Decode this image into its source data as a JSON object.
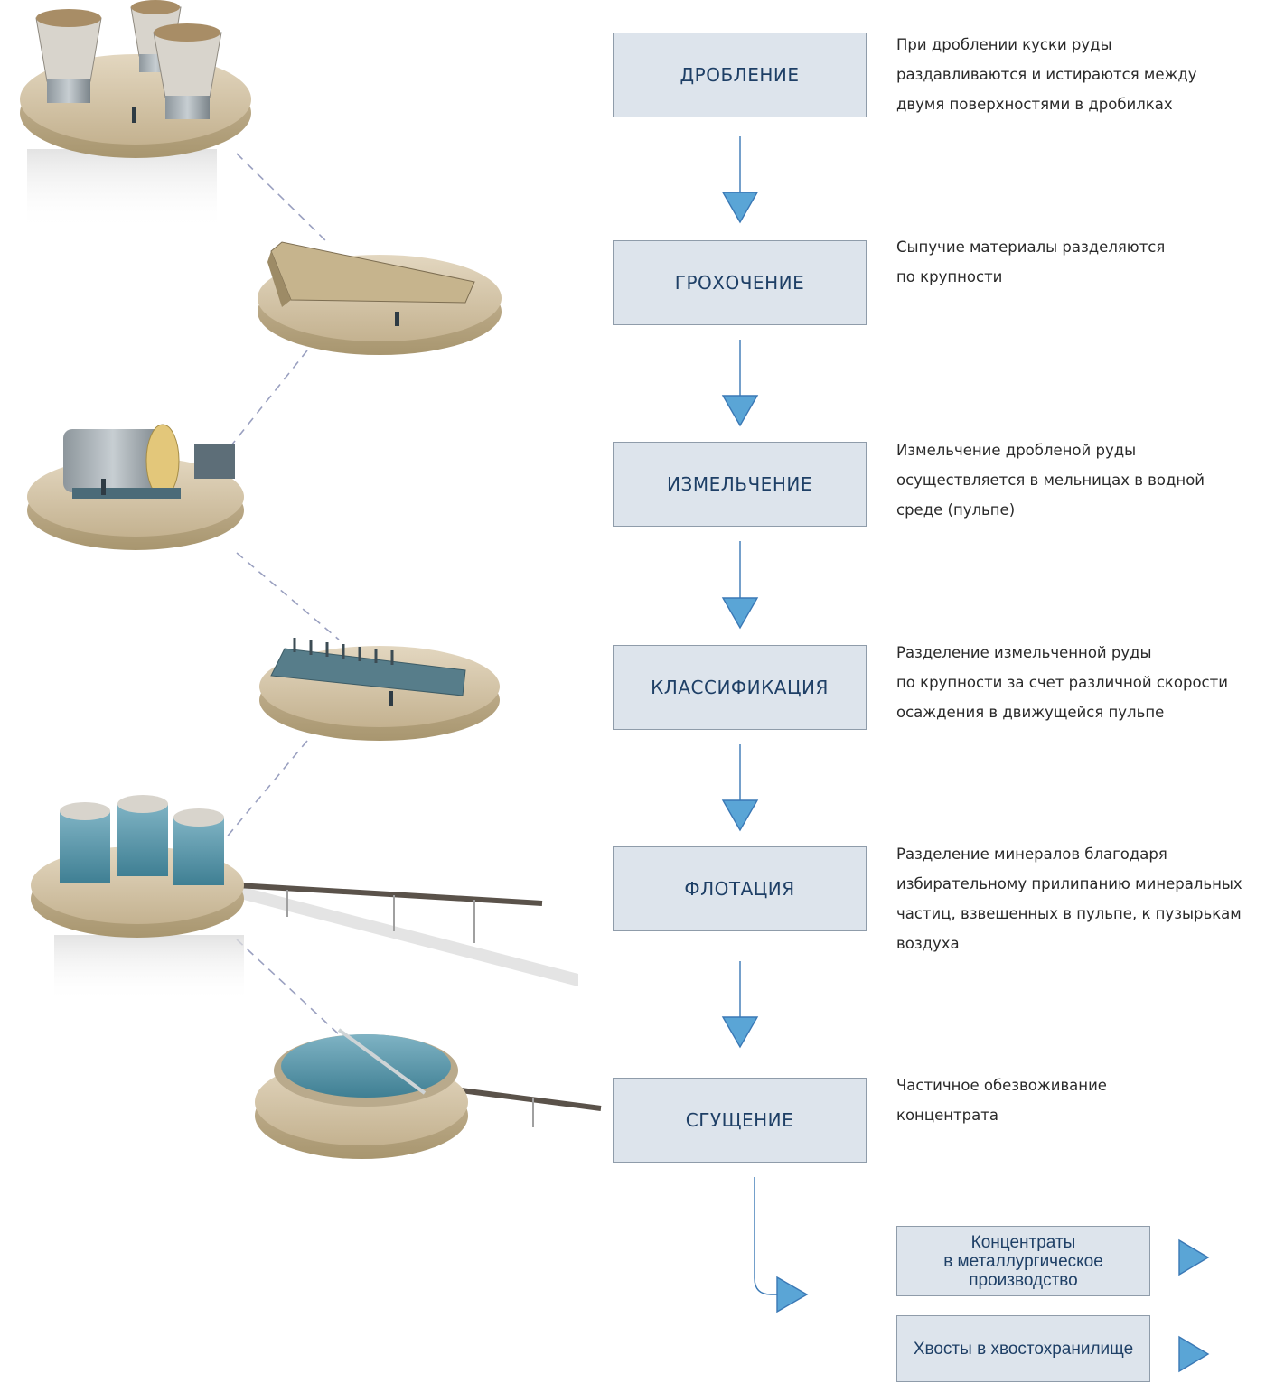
{
  "stages": [
    {
      "name": "ДРОБЛЕНИЕ",
      "description": "При дроблении куски руды\nраздавливаются и истираются между\nдвумя поверхностями в дробилках",
      "image_icon": "crushers-illustration"
    },
    {
      "name": "ГРОХОЧЕНИЕ",
      "description": "Сыпучие материалы разделяются\nпо крупности",
      "image_icon": "screen-illustration"
    },
    {
      "name": "ИЗМЕЛЬЧЕНИЕ",
      "description": "Измельчение дробленой руды\nосуществляется в мельницах в водной\nсреде (пульпе)",
      "image_icon": "mill-illustration"
    },
    {
      "name": "КЛАССИФИКАЦИЯ",
      "description": "Разделение измельченной руды\nпо крупности за счет различной скорости\nосаждения в движущейся пульпе",
      "image_icon": "classifier-illustration"
    },
    {
      "name": "ФЛОТАЦИЯ",
      "description": "Разделение минералов благодаря\nизбирательному прилипанию минеральных\nчастиц, взвешенных в пульпе, к пузырькам\nвоздуха",
      "image_icon": "flotation-cells-illustration"
    },
    {
      "name": "СГУЩЕНИЕ",
      "description": "Частичное обезвоживание\nконцентрата",
      "image_icon": "thickener-illustration"
    }
  ],
  "outputs": [
    {
      "label": "Концентраты\nв металлургическое\nпроизводство"
    },
    {
      "label": "Хвосты в хвостохранилище"
    }
  ],
  "colors": {
    "box_fill": "#dde4ec",
    "box_border": "#8f9caa",
    "box_text": "#1e3f66",
    "arrow": "#3a78b5",
    "arrow_fill": "#5aa5d6",
    "dashed_line": "#9aa0c0",
    "platform": "#d9cbb0"
  }
}
